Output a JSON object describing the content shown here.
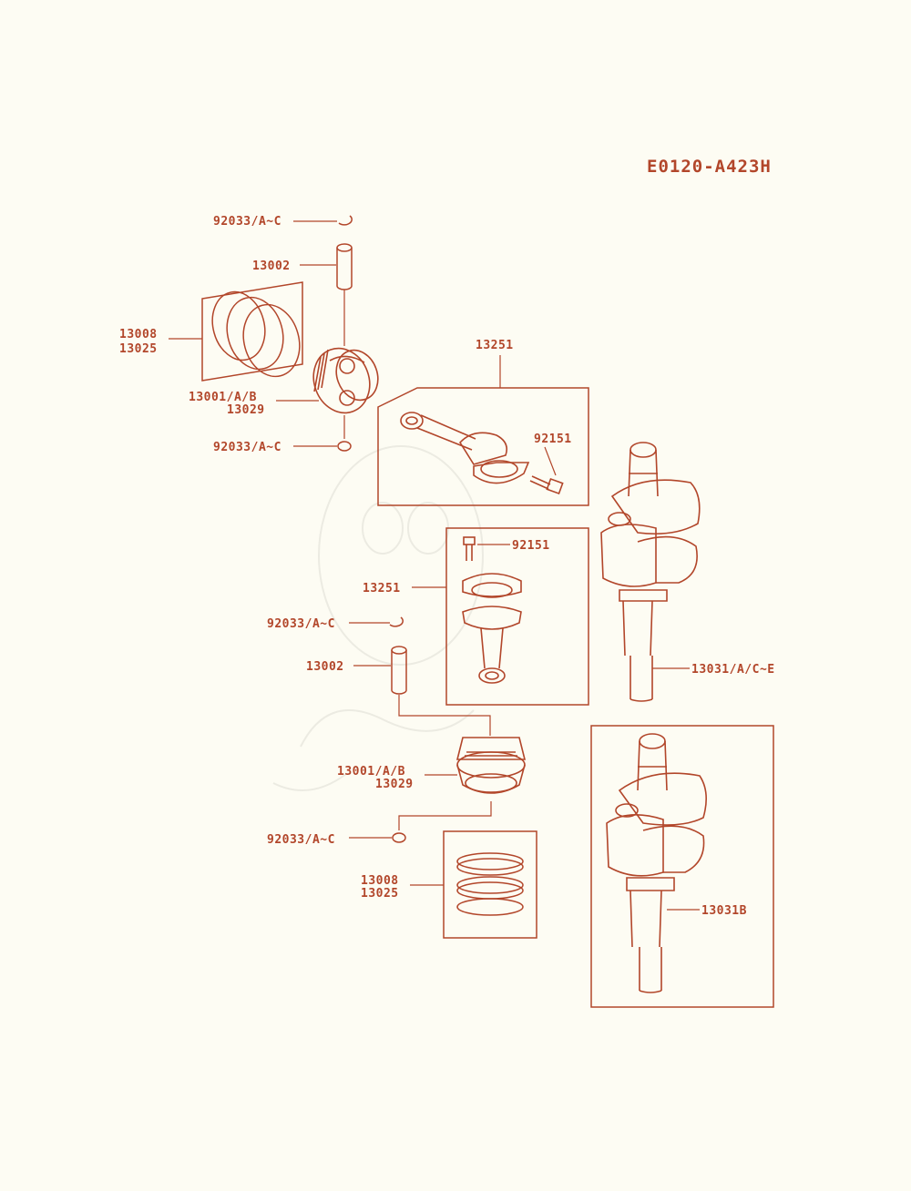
{
  "diagram_code": "E0120-A423H",
  "colors": {
    "line": "#b2462a",
    "background": "#fdfcf3",
    "watermark": "#ecebe2"
  },
  "callouts": {
    "circlip_top_a": "92033/A~C",
    "piston_pin_a": "13002",
    "rings_a_1": "13008",
    "rings_a_2": "13025",
    "piston_a_1": "13001/A/B",
    "piston_a_2": "13029",
    "circlip_bottom_a": "92033/A~C",
    "conrod_a": "13251",
    "bolt_a": "92151",
    "bolt_b": "92151",
    "conrod_b": "13251",
    "circlip_top_b": "92033/A~C",
    "piston_pin_b": "13002",
    "crankshaft_a": "13031/A/C~E",
    "piston_b_1": "13001/A/B",
    "piston_b_2": "13029",
    "circlip_bottom_b": "92033/A~C",
    "rings_b_1": "13008",
    "rings_b_2": "13025",
    "crankshaft_b": "13031B"
  }
}
